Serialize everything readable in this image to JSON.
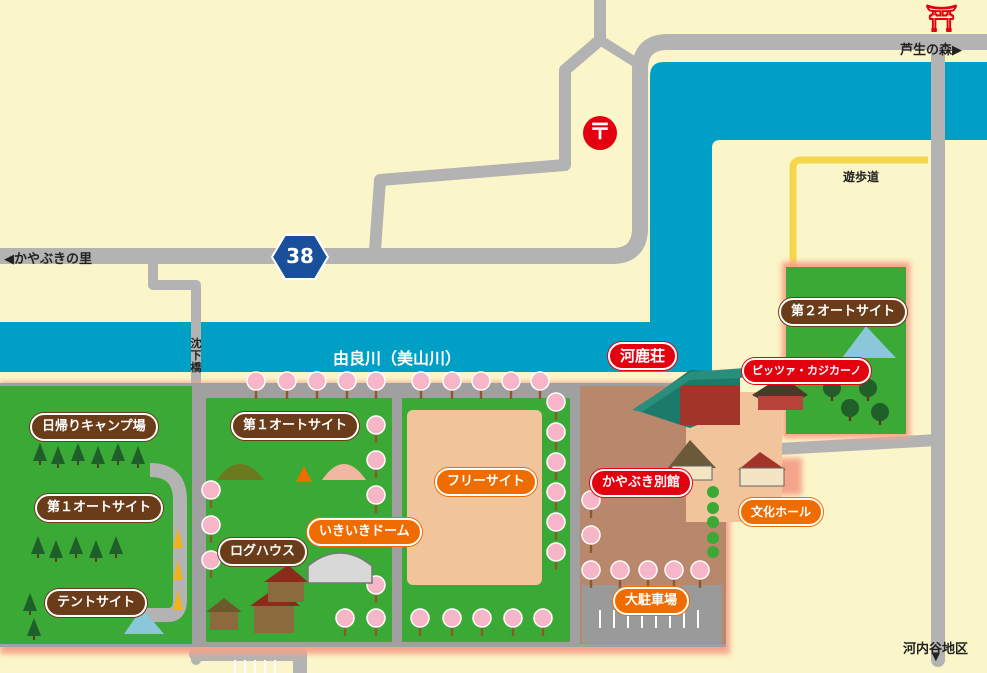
{
  "map": {
    "river_name": "由良川（美山川）",
    "route_number": "38",
    "directions": {
      "west": "かやぶきの里",
      "east": "芦生の森",
      "south": "河内谷地区"
    },
    "arrows": {
      "left": "◀",
      "right": "▶",
      "down": "▼"
    },
    "bridge": "沈下橋",
    "promenade": "遊歩道",
    "post_office_symbol": "〒",
    "shrine_symbol": "⛩",
    "areas": {
      "day_camp": "日帰りキャンプ場",
      "auto_site_1_left": "第１オートサイト",
      "tent_site": "テントサイト",
      "auto_site_1": "第１オートサイト",
      "log_house": "ログハウス",
      "ikiiki_dome": "いきいきドーム",
      "free_site": "フリーサイト",
      "karoku_so": "河鹿荘",
      "pizza": "ピッツァ・カジカーノ",
      "kayabuki_bekkan": "かやぶき別館",
      "bunka_hall": "文化ホール",
      "parking": "大駐車場",
      "auto_site_2": "第２オートサイト"
    },
    "colors": {
      "land": "#fbf6c9",
      "river": "#00a0c6",
      "road": "#b3b3b3",
      "grass": "#3aa935",
      "sand": "#f2c49b",
      "brown_label": "#6a3c19",
      "orange_label": "#ef6d00",
      "red_label": "#e3000f",
      "route_badge": "#1a4f9c",
      "promenade": "#f7d54a"
    }
  }
}
